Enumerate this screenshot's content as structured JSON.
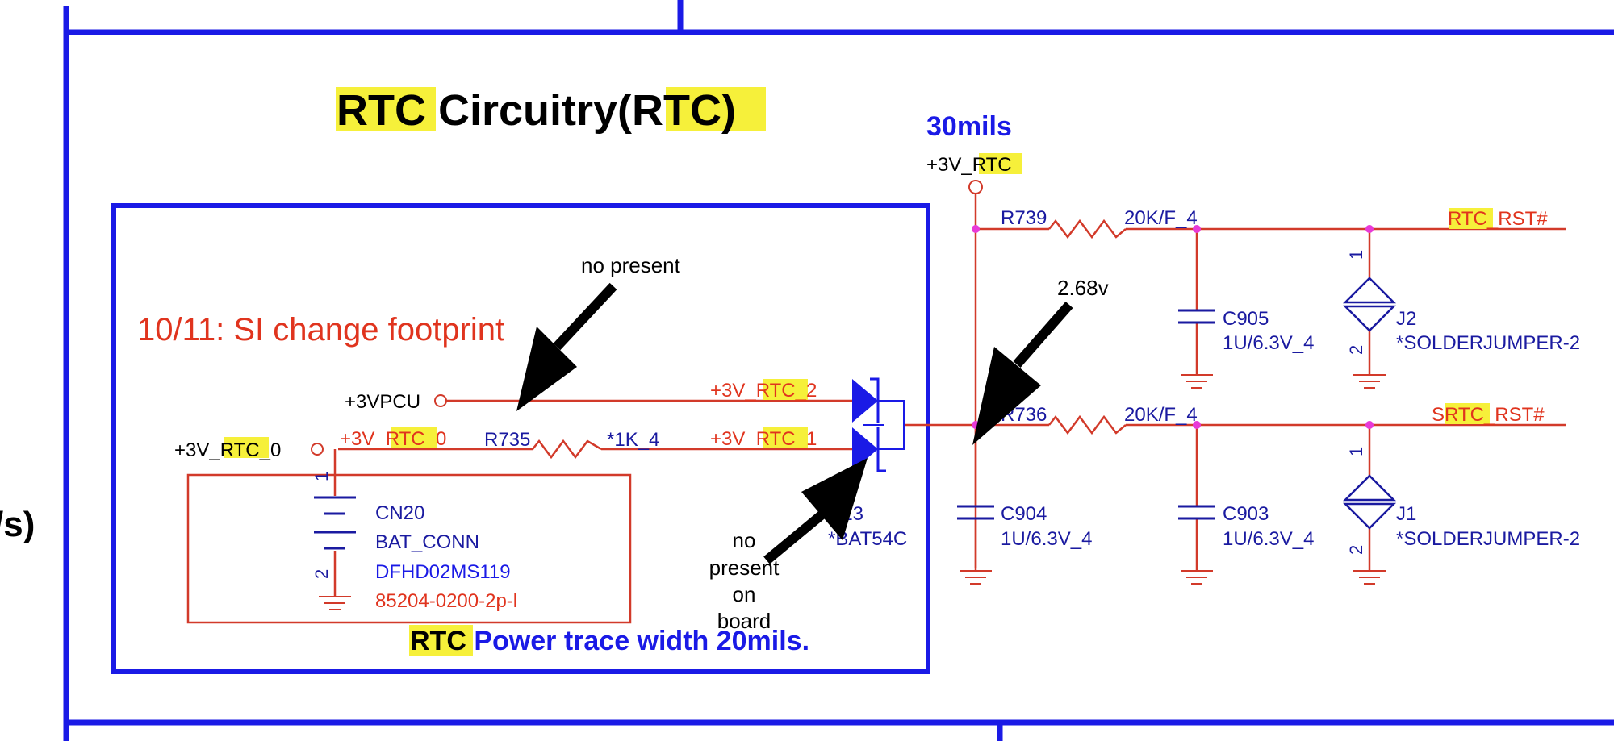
{
  "title": {
    "part1": "RTC",
    "part2": " Circuitry(",
    "part3": "RTC",
    "part4": ")"
  },
  "margin_label": "/s)",
  "trace_note": "30mils",
  "note_footprint": "10/11: SI change footprint",
  "power_note": {
    "hl": "RTC",
    "rest": " Power trace width 20mils."
  },
  "annotations": {
    "no_present_top": "no present",
    "voltage": "2.68v",
    "no_present_bottom": [
      "no",
      "present",
      "on",
      "board"
    ]
  },
  "nets": {
    "v3_rtc_top": {
      "pre": "+3V_",
      "hl": "RTC",
      "post": ""
    },
    "v3vpcu": "+3VPCU",
    "v3_rtc_0_left": {
      "pre": "+3V_",
      "hl": "RTC",
      "post": "_0"
    },
    "v3_rtc_0_wire": {
      "pre": "+3V_",
      "hl": "RTC",
      "post": "_0"
    },
    "v3_rtc_2": {
      "pre": "+3V_",
      "hl": "RTC",
      "post": "_2"
    },
    "v3_rtc_1": {
      "pre": "+3V_",
      "hl": "RTC",
      "post": "_1"
    },
    "rtc_rst": {
      "pre": "",
      "hl": "RTC",
      "post": "_RST#"
    },
    "srtc_rst": {
      "pre": "S",
      "hl": "RTC",
      "post": "_RST#"
    }
  },
  "components": {
    "r739": {
      "ref": "R739",
      "value": "20K/F_4"
    },
    "r736": {
      "ref": "R736",
      "value": "20K/F_4"
    },
    "r735": {
      "ref": "R735",
      "value": "*1K_4"
    },
    "c905": {
      "ref": "C905",
      "value": "1U/6.3V_4"
    },
    "c904": {
      "ref": "C904",
      "value": "1U/6.3V_4"
    },
    "c903": {
      "ref": "C903",
      "value": "1U/6.3V_4"
    },
    "j2": {
      "ref": "J2",
      "value": "*SOLDERJUMPER-2",
      "pin1": "1",
      "pin2": "2"
    },
    "j1": {
      "ref": "J1",
      "value": "*SOLDERJUMPER-2",
      "pin1": "1",
      "pin2": "2"
    },
    "d13": {
      "ref": "D13",
      "value": "*BAT54C"
    },
    "cn20": {
      "ref": "CN20",
      "value": "BAT_CONN",
      "part": "DFHD02MS119",
      "alt": "85204-0200-2p-l",
      "pin1": "1",
      "pin2": "2"
    }
  },
  "colors": {
    "frame": "#1a1ae6",
    "wire": "#d23a2a",
    "netlabel": "#e0341e",
    "comp": "#1a1aa0",
    "junction": "#e83ad8",
    "highlight": "#f6f03a"
  }
}
